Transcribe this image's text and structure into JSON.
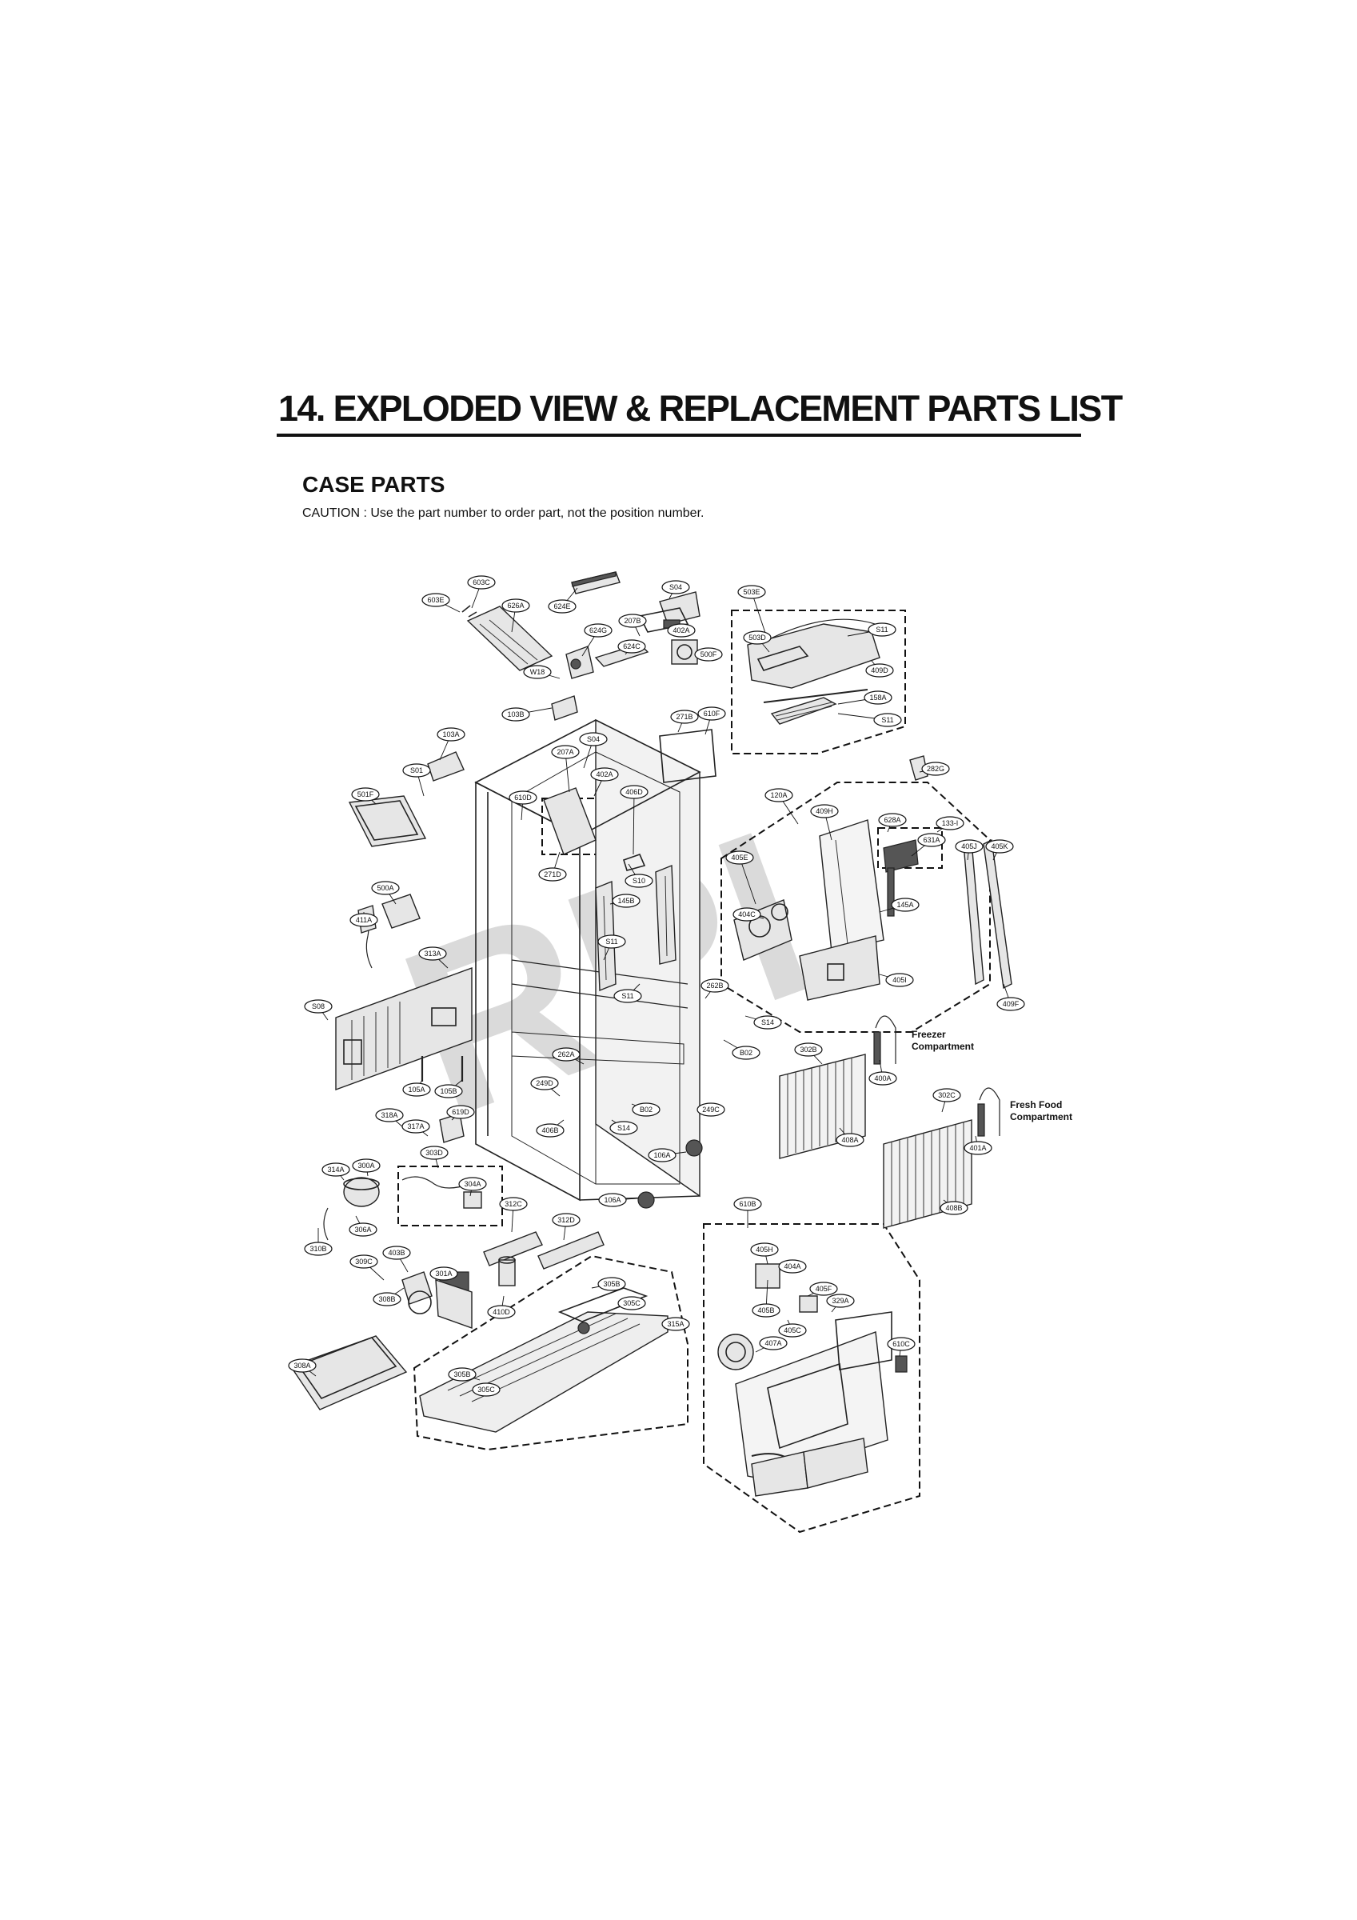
{
  "page": {
    "title": "14. EXPLODED VIEW & REPLACEMENT PARTS LIST",
    "section_title": "CASE PARTS",
    "caution": "CAUTION : Use the part number to order part, not the position number.",
    "watermark": "RPI"
  },
  "diagram": {
    "compartment_labels": {
      "freezer_line1": "Freezer",
      "freezer_line2": "Compartment",
      "fresh_food_line1": "Fresh Food",
      "fresh_food_line2": "Compartment"
    },
    "callouts": [
      "603C",
      "603E",
      "626A",
      "624E",
      "624G",
      "207B",
      "S04",
      "402A",
      "500F",
      "624C",
      "W18",
      "103B",
      "503E",
      "503D",
      "S11",
      "409D",
      "158A",
      "S11",
      "271B",
      "610F",
      "S04",
      "103A",
      "S01",
      "501F",
      "207A",
      "402A",
      "610D",
      "406D",
      "271D",
      "S10",
      "282G",
      "120A",
      "409H",
      "628A",
      "133-I",
      "631A",
      "405J",
      "405K",
      "405E",
      "404C",
      "145A",
      "405I",
      "409F",
      "500A",
      "411A",
      "145B",
      "S11",
      "S11",
      "313A",
      "S08",
      "262B",
      "S14",
      "B02",
      "302B",
      "400A",
      "262A",
      "105A",
      "105B",
      "249D",
      "B02",
      "249C",
      "406B",
      "S14",
      "318A",
      "317A",
      "619D",
      "302C",
      "401A",
      "408A",
      "408B",
      "303D",
      "106A",
      "314A",
      "300A",
      "304A",
      "312C",
      "312D",
      "106A",
      "306A",
      "310B",
      "610B",
      "309C",
      "403B",
      "301A",
      "405H",
      "404A",
      "405F",
      "405B",
      "329A",
      "308B",
      "305B",
      "305C",
      "410D",
      "315A",
      "405C",
      "407A",
      "610C",
      "308A",
      "305B",
      "305C"
    ]
  }
}
